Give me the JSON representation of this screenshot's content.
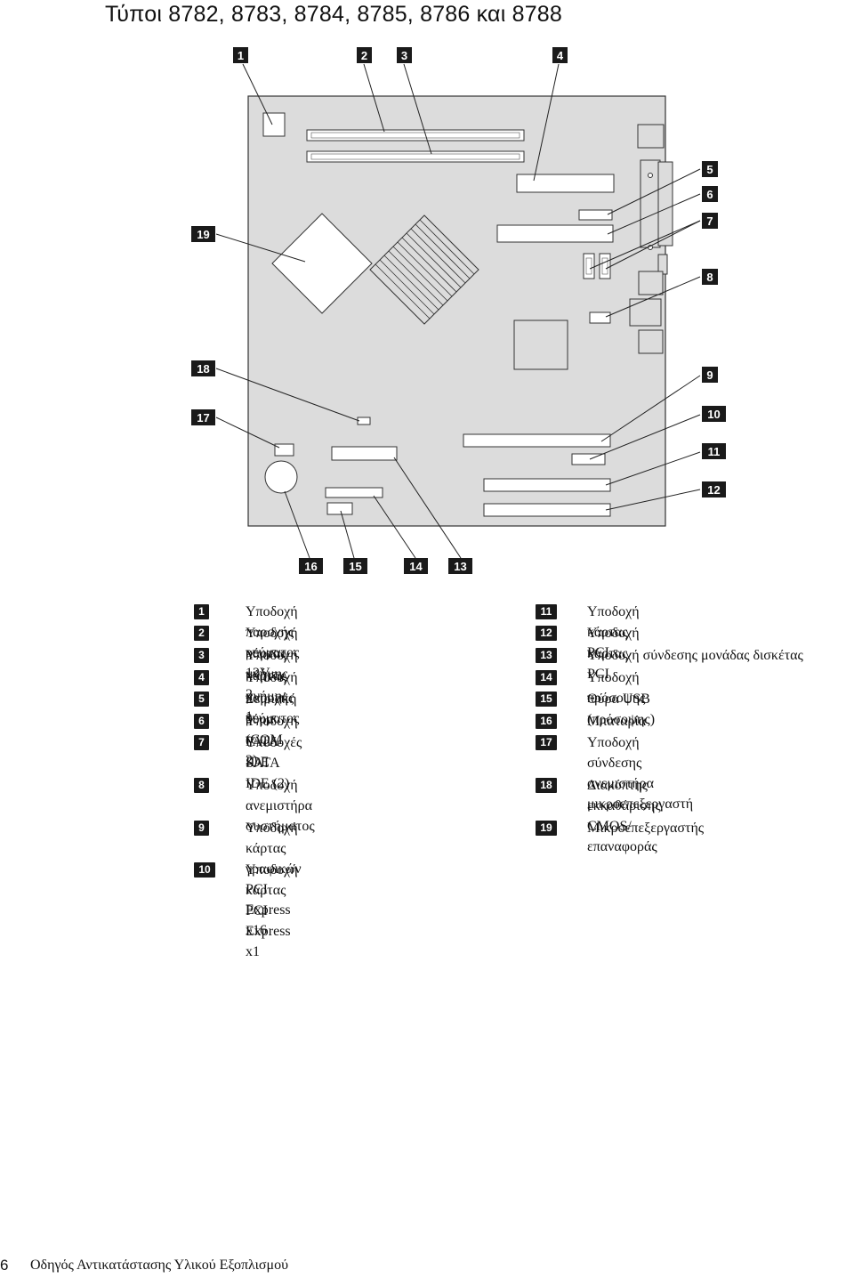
{
  "page": {
    "title": "Τύποι 8782, 8783, 8784, 8785, 8786 και 8788",
    "footer_page_number": "6",
    "footer_text": "Οδηγός Αντικατάστασης Υλικού Εξοπλισμού"
  },
  "diagram": {
    "callouts": [
      "1",
      "2",
      "3",
      "4",
      "5",
      "6",
      "7",
      "8",
      "9",
      "10",
      "11",
      "12",
      "13",
      "14",
      "15",
      "16",
      "17",
      "18",
      "19"
    ]
  },
  "legend": {
    "left": [
      {
        "num": "1",
        "text": "Υποδοχή παροχής ρεύματος 12V"
      },
      {
        "num": "2",
        "text": "Υποδοχή κάρτας μνήμης 2"
      },
      {
        "num": "3",
        "text": "Υποδοχή κάρτας μνήμης 1"
      },
      {
        "num": "4",
        "text": "Υποδοχή παροχής ρεύματος"
      },
      {
        "num": "5",
        "text": "Σειριακή θύρα (COM 2)"
      },
      {
        "num": "6",
        "text": "Υποδοχή PATA IDE"
      },
      {
        "num": "7",
        "text": "Υποδοχές SATA IDE (2)"
      },
      {
        "num": "8",
        "text": "Υποδοχή ανεμιστήρα συστήματος"
      },
      {
        "num": "9",
        "text": "Υποδοχή κάρτας γραφικών PCI\nExpress x16"
      },
      {
        "num": "10",
        "text": "Υποδοχή κάρτας PCI Express x1"
      }
    ],
    "right": [
      {
        "num": "11",
        "text": "Υποδοχή κάρτας PCI"
      },
      {
        "num": "12",
        "text": "Υποδοχή κάρτας PCI"
      },
      {
        "num": "13",
        "text": "Υποδοχή σύνδεσης μονάδας δισκέτας"
      },
      {
        "num": "14",
        "text": "Υποδοχή πρόσοψης"
      },
      {
        "num": "15",
        "text": "Θύρα USB (πρόσοψης)"
      },
      {
        "num": "16",
        "text": "Μπαταρία"
      },
      {
        "num": "17",
        "text": "Υποδοχή σύνδεσης ανεμιστήρα\nμικροεπεξεργαστή"
      },
      {
        "num": "18",
        "text": "Διακόπτης εκκαθάρισης\nCMOS/επαναφοράς"
      },
      {
        "num": "19",
        "text": "Μικροεπεξεργαστής"
      }
    ]
  }
}
